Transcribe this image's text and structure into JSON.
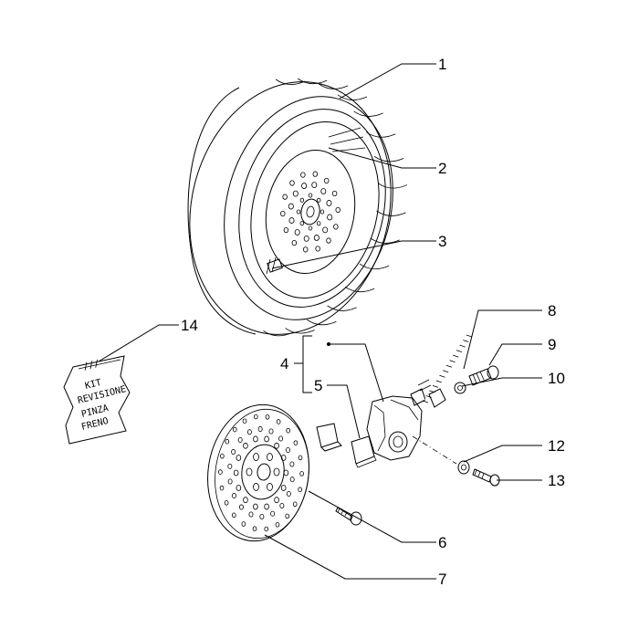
{
  "callouts": [
    {
      "number": "1",
      "part": "rear-wheel-tyre"
    },
    {
      "number": "2",
      "part": "wheel-rim"
    },
    {
      "number": "3",
      "part": "tyre-valve"
    },
    {
      "number": "4",
      "part": "brake-caliper-assembly"
    },
    {
      "number": "5",
      "part": "brake-pads"
    },
    {
      "number": "6",
      "part": "disc-screw"
    },
    {
      "number": "7",
      "part": "brake-disc"
    },
    {
      "number": "8",
      "part": "brake-hose"
    },
    {
      "number": "9",
      "part": "banjo-bolt"
    },
    {
      "number": "10",
      "part": "sealing-washer"
    },
    {
      "number": "12",
      "part": "washer"
    },
    {
      "number": "13",
      "part": "caliper-screw"
    },
    {
      "number": "14",
      "part": "caliper-overhaul-kit"
    }
  ],
  "kit_bag": {
    "lines": [
      "KIT",
      "REVISIONE",
      "PINZA",
      "FRENO"
    ],
    "mark": "///"
  },
  "colors": {
    "ink": "#000000",
    "paper": "#ffffff"
  }
}
